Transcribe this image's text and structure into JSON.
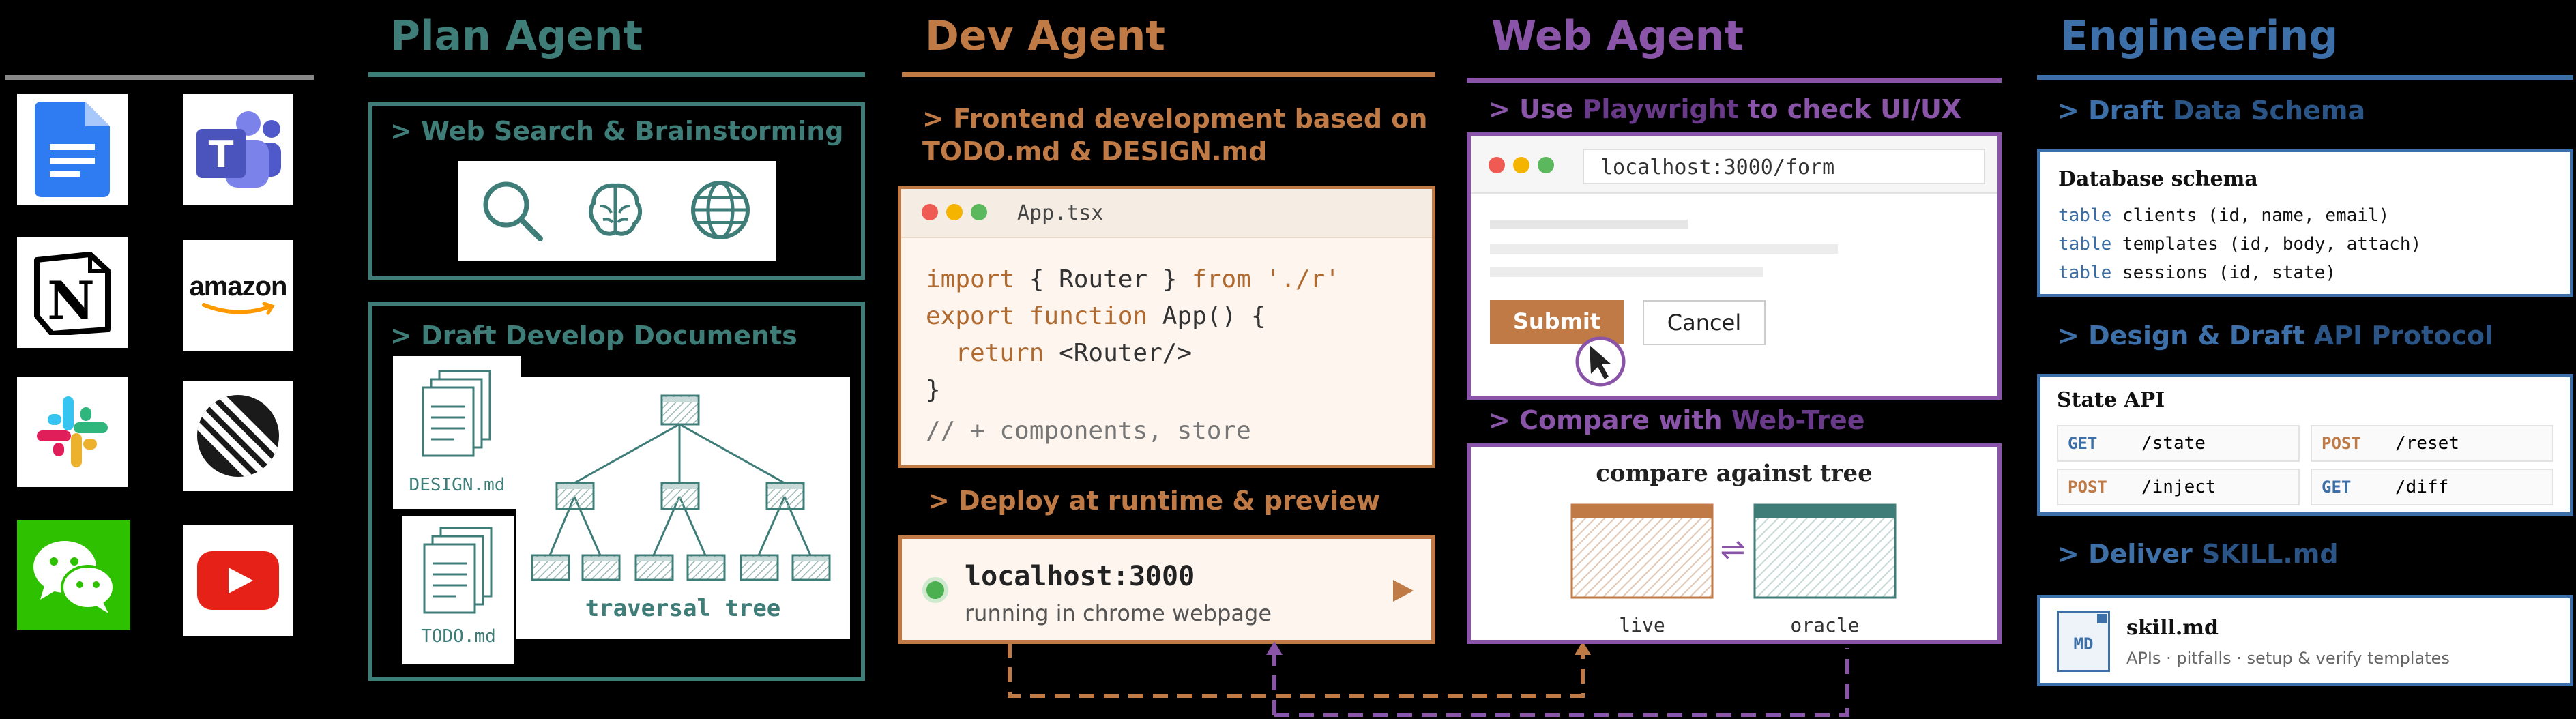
{
  "columns": {
    "plan": {
      "title": "Plan Agent",
      "color": "#3f7d79",
      "section1": "> Web Search & Brainstorming",
      "section1_icons": [
        "search-icon",
        "brain-icon",
        "globe-icon"
      ],
      "section2": "> Draft Develop Documents",
      "doc1": "DESIGN.md",
      "doc2": "TODO.md",
      "tree_label": "traversal tree"
    },
    "dev": {
      "title": "Dev Agent",
      "color": "#c07a45",
      "section1_line1": "> Frontend development based on",
      "section1_line2": "TODO.md & DESIGN.md",
      "window_title": "App.tsx",
      "code": {
        "l1_kw1": "import",
        "l1_mid": " { Router } ",
        "l1_kw2": "from",
        "l1_str": " './r'",
        "l2_kw": "export function",
        "l2_rest": " App() {",
        "l3_kw": "  return",
        "l3_rest": " <Router/>",
        "l4": "}",
        "l5": "// + components, store"
      },
      "section2": "> Deploy at runtime & preview",
      "preview_url": "localhost:3000",
      "preview_status": "running in chrome webpage"
    },
    "web": {
      "title": "Web Agent",
      "color": "#8a55a8",
      "section1_prefix": "> Use ",
      "section1_bold": "Playwright",
      "section1_suffix": " to check UI/UX",
      "address": "localhost:3000/form",
      "submit": "Submit",
      "cancel": "Cancel",
      "section2_prefix": "> Compare with ",
      "section2_bold": "Web-Tree",
      "compare_title": "compare against tree",
      "live_label": "live",
      "oracle_label": "oracle",
      "swap_symbol": "⇌"
    },
    "eng": {
      "title": "Engineering",
      "color": "#3d6fa8",
      "section1_prefix": "> Draft ",
      "section1_bold": "Data Schema",
      "schema_title": "Database schema",
      "schema_rows": [
        {
          "kw": "table",
          "text": " clients (id, name, email)"
        },
        {
          "kw": "table",
          "text": " templates (id, body, attach)"
        },
        {
          "kw": "table",
          "text": " sessions (id, state)"
        }
      ],
      "section2_prefix": "> Design & Draft ",
      "section2_bold": "API Protocol",
      "api_title": "State API",
      "api": [
        {
          "verb": "GET",
          "path": "/state"
        },
        {
          "verb": "POST",
          "path": "/reset"
        },
        {
          "verb": "POST",
          "path": "/inject"
        },
        {
          "verb": "GET",
          "path": "/diff"
        }
      ],
      "section3_prefix": "> Deliver ",
      "section3_bold": "SKILL.md",
      "skill_badge": "MD",
      "skill_title": "skill.md",
      "skill_desc": "APIs · pitfalls · setup & verify templates"
    }
  },
  "apps": [
    "google-docs-icon",
    "teams-icon",
    "notion-icon",
    "amazon-icon",
    "slack-icon",
    "linear-icon",
    "wechat-icon",
    "youtube-icon"
  ],
  "amazon_text": "amazon"
}
